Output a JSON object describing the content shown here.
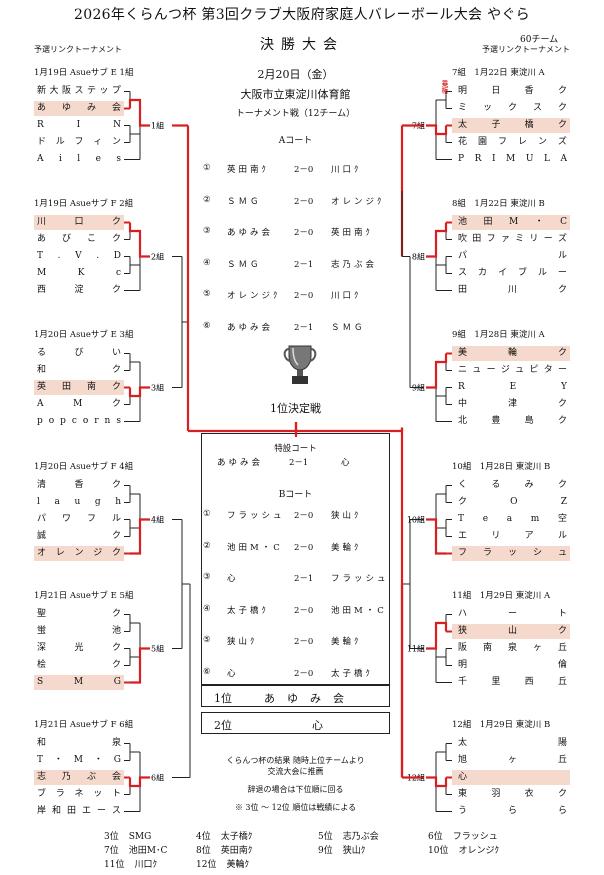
{
  "title": "2026年くらんつ杯 第3回クラブ大阪府家庭人バレーボール大会 やぐら",
  "subtitle": "決勝大会",
  "caption_left": "予選リンクトーナメント",
  "caption_right_count": "60チーム",
  "caption_right": "予選リンクトーナメント",
  "info": {
    "date": "2月20日（金）",
    "venue": "大阪市立東淀川体育館",
    "format": "トーナメント戦（12チーム）"
  },
  "court_a": {
    "label": "Aコート",
    "matches": [
      {
        "no": "①",
        "a": "英田南ｸ",
        "score": "2－0",
        "b": "川口ｸ"
      },
      {
        "no": "②",
        "a": "ＳＭＧ",
        "score": "2－0",
        "b": "オレンジｸ"
      },
      {
        "no": "③",
        "a": "あゆみ会",
        "score": "2－0",
        "b": "英田南ｸ"
      },
      {
        "no": "④",
        "a": "ＳＭＧ",
        "score": "2－1",
        "b": "志乃ぶ会"
      },
      {
        "no": "⑤",
        "a": "オレンジｸ",
        "score": "2－0",
        "b": "川口ｸ"
      },
      {
        "no": "⑥",
        "a": "あゆみ会",
        "score": "2－1",
        "b": "ＳＭＧ"
      }
    ]
  },
  "final_label": "1位決定戦",
  "special_court": {
    "label": "特設コート",
    "a": "あゆみ会",
    "score": "2－1",
    "b": "心"
  },
  "court_b": {
    "label": "Bコート",
    "matches": [
      {
        "no": "①",
        "a": "フラッシュ",
        "score": "2－0",
        "b": "狭山ｸ"
      },
      {
        "no": "②",
        "a": "池田M・C",
        "score": "2－0",
        "b": "美輪ｸ"
      },
      {
        "no": "③",
        "a": "心",
        "score": "2－1",
        "b": "フラッシュ"
      },
      {
        "no": "④",
        "a": "太子橋ｸ",
        "score": "2－0",
        "b": "池田M・C"
      },
      {
        "no": "⑤",
        "a": "狭山ｸ",
        "score": "2－0",
        "b": "美輪ｸ"
      },
      {
        "no": "⑥",
        "a": "心",
        "score": "2－0",
        "b": "太子橋ｸ"
      }
    ]
  },
  "rank1": {
    "label": "1位",
    "team": "あゆみ会"
  },
  "rank2": {
    "label": "2位",
    "team": "心"
  },
  "notes": [
    "くらんつ杯の結果 随時上位チームより",
    "交流大会に推薦",
    "辞退の場合は下位順に回る",
    "※ 3位 ～ 12位 順位は戦績による"
  ],
  "left_groups": [
    {
      "header": "1月19日 Asueサブ E 1組",
      "label": "1組",
      "teams": [
        [
          "新",
          "大",
          "阪",
          "ス",
          "テ",
          "ッ",
          "プ"
        ],
        [
          "あ",
          "ゆ",
          "み",
          "会"
        ],
        [
          "R",
          "I",
          "N"
        ],
        [
          "ド",
          "ル",
          "フ",
          "ィ",
          "ン"
        ],
        [
          "A",
          "i",
          "l",
          "e",
          "s"
        ]
      ],
      "hl": [
        1
      ]
    },
    {
      "header": "1月19日 Asueサブ F 2組",
      "label": "2組",
      "teams": [
        [
          "川",
          "口",
          "ク"
        ],
        [
          "あ",
          "び",
          "こ",
          "ク"
        ],
        [
          "T",
          ".",
          "V",
          ".",
          "D"
        ],
        [
          "M",
          "K",
          "c"
        ],
        [
          "西",
          "淀",
          "ク"
        ]
      ],
      "hl": [
        0
      ]
    },
    {
      "header": "1月20日 Asueサブ E 3組",
      "label": "3組",
      "teams": [
        [
          "る",
          "び",
          "い"
        ],
        [
          "和",
          "ク"
        ],
        [
          "英",
          "田",
          "南",
          "ク"
        ],
        [
          "A",
          "M",
          "ク"
        ],
        [
          "p",
          "o",
          "p",
          "c",
          "o",
          "r",
          "n",
          "s"
        ]
      ],
      "hl": [
        2
      ]
    },
    {
      "header": "1月20日 Asueサブ F 4組",
      "label": "4組",
      "teams": [
        [
          "清",
          "香",
          "ク"
        ],
        [
          "l",
          "a",
          "u",
          "g",
          "h"
        ],
        [
          "パ",
          "ワ",
          "フ",
          "ル"
        ],
        [
          "誠",
          "ク"
        ],
        [
          "オ",
          "レ",
          "ン",
          "ジ",
          "ク"
        ]
      ],
      "hl": [
        4
      ]
    },
    {
      "header": "1月21日 Asueサブ E 5組",
      "label": "5組",
      "teams": [
        [
          "聖",
          "ク"
        ],
        [
          "蛍",
          "池"
        ],
        [
          "深",
          "光",
          "ク"
        ],
        [
          "桧",
          "ク"
        ],
        [
          "S",
          "M",
          "G"
        ]
      ],
      "hl": [
        4
      ]
    },
    {
      "header": "1月21日 Asueサブ F 6組",
      "label": "6組",
      "teams": [
        [
          "和",
          "泉"
        ],
        [
          "T",
          "・",
          "M",
          "・",
          "G"
        ],
        [
          "志",
          "乃",
          "ぶ",
          "会"
        ],
        [
          "ブ",
          "ラ",
          "ネ",
          "ッ",
          "ト"
        ],
        [
          "岸",
          "和",
          "田",
          "エ",
          "ー",
          "ス"
        ]
      ],
      "hl": [
        2
      ]
    }
  ],
  "right_groups": [
    {
      "header": "7組　1月22日 東淀川 A",
      "label": "7組",
      "seed_note": "乗権",
      "teams": [
        [
          "明",
          "日",
          "香",
          "ク"
        ],
        [
          "ミ",
          "ッ",
          "ク",
          "ス",
          "ク"
        ],
        [
          "太",
          "子",
          "橋",
          "ク"
        ],
        [
          "花",
          "園",
          "フ",
          "レ",
          "ン",
          "ズ"
        ],
        [
          "P",
          "R",
          "I",
          "M",
          "U",
          "L",
          "A"
        ]
      ],
      "hl": [
        2
      ]
    },
    {
      "header": "8組　1月22日 東淀川 B",
      "label": "8組",
      "teams": [
        [
          "池",
          "田",
          "M",
          "・",
          "C"
        ],
        [
          "吹",
          "田",
          "フ",
          "ァ",
          "ミ",
          "リ",
          "ー",
          "ズ"
        ],
        [
          "パ",
          "ル"
        ],
        [
          "ス",
          "カ",
          "イ",
          "ブ",
          "ル",
          "ー"
        ],
        [
          "田",
          "川",
          "ク"
        ]
      ],
      "hl": [
        0
      ]
    },
    {
      "header": "9組　1月28日 東淀川 A",
      "label": "9組",
      "teams": [
        [
          "美",
          "輪",
          "ク"
        ],
        [
          "ニ",
          "ュ",
          "ー",
          "ジ",
          "ュ",
          "ピ",
          "タ",
          "ー"
        ],
        [
          "R",
          "E",
          "Y"
        ],
        [
          "中",
          "津",
          "ク"
        ],
        [
          "北",
          "豊",
          "島",
          "ク"
        ]
      ],
      "hl": [
        0
      ]
    },
    {
      "header": "10組　1月28日 東淀川 B",
      "label": "10組",
      "teams": [
        [
          "く",
          "る",
          "み",
          "ク"
        ],
        [
          "ク",
          "O",
          "Z"
        ],
        [
          "T",
          "e",
          "a",
          "m",
          "空"
        ],
        [
          "エ",
          "リ",
          "ア",
          "ル"
        ],
        [
          "フ",
          "ラ",
          "ッ",
          "シ",
          "ュ"
        ]
      ],
      "hl": [
        4
      ]
    },
    {
      "header": "11組　1月29日 東淀川 A",
      "label": "11組",
      "teams": [
        [
          "ハ",
          "ー",
          "ト"
        ],
        [
          "狭",
          "山",
          "ク"
        ],
        [
          "阪",
          "南",
          "泉",
          "ヶ",
          "丘"
        ],
        [
          "明",
          "倫"
        ],
        [
          "千",
          "里",
          "西",
          "丘"
        ]
      ],
      "hl": [
        1
      ]
    },
    {
      "header": "12組　1月29日 東淀川 B",
      "label": "12組",
      "teams": [
        [
          "太",
          "陽"
        ],
        [
          "旭",
          "ヶ",
          "丘"
        ],
        [
          "心"
        ],
        [
          "東",
          "羽",
          "衣",
          "ク"
        ],
        [
          "う",
          "ら",
          "ら"
        ]
      ],
      "hl": [
        2
      ]
    }
  ],
  "bottom_ranks": [
    {
      "rank": "3位",
      "team": "SMG"
    },
    {
      "rank": "4位",
      "team": "太子橋ｸ"
    },
    {
      "rank": "5位",
      "team": "志乃ぶ会"
    },
    {
      "rank": "6位",
      "team": "フラッシュ"
    },
    {
      "rank": "7位",
      "team": "池田M･C"
    },
    {
      "rank": "8位",
      "team": "英田南ｸ"
    },
    {
      "rank": "9位",
      "team": "狭山ｸ"
    },
    {
      "rank": "10位",
      "team": "オレンジｸ"
    },
    {
      "rank": "11位",
      "team": "川口ｸ"
    },
    {
      "rank": "12位",
      "team": "美輪ｸ"
    }
  ],
  "colors": {
    "highlight": "#f5d9cd",
    "winner_line": "#d81e1e",
    "line": "#222222"
  }
}
